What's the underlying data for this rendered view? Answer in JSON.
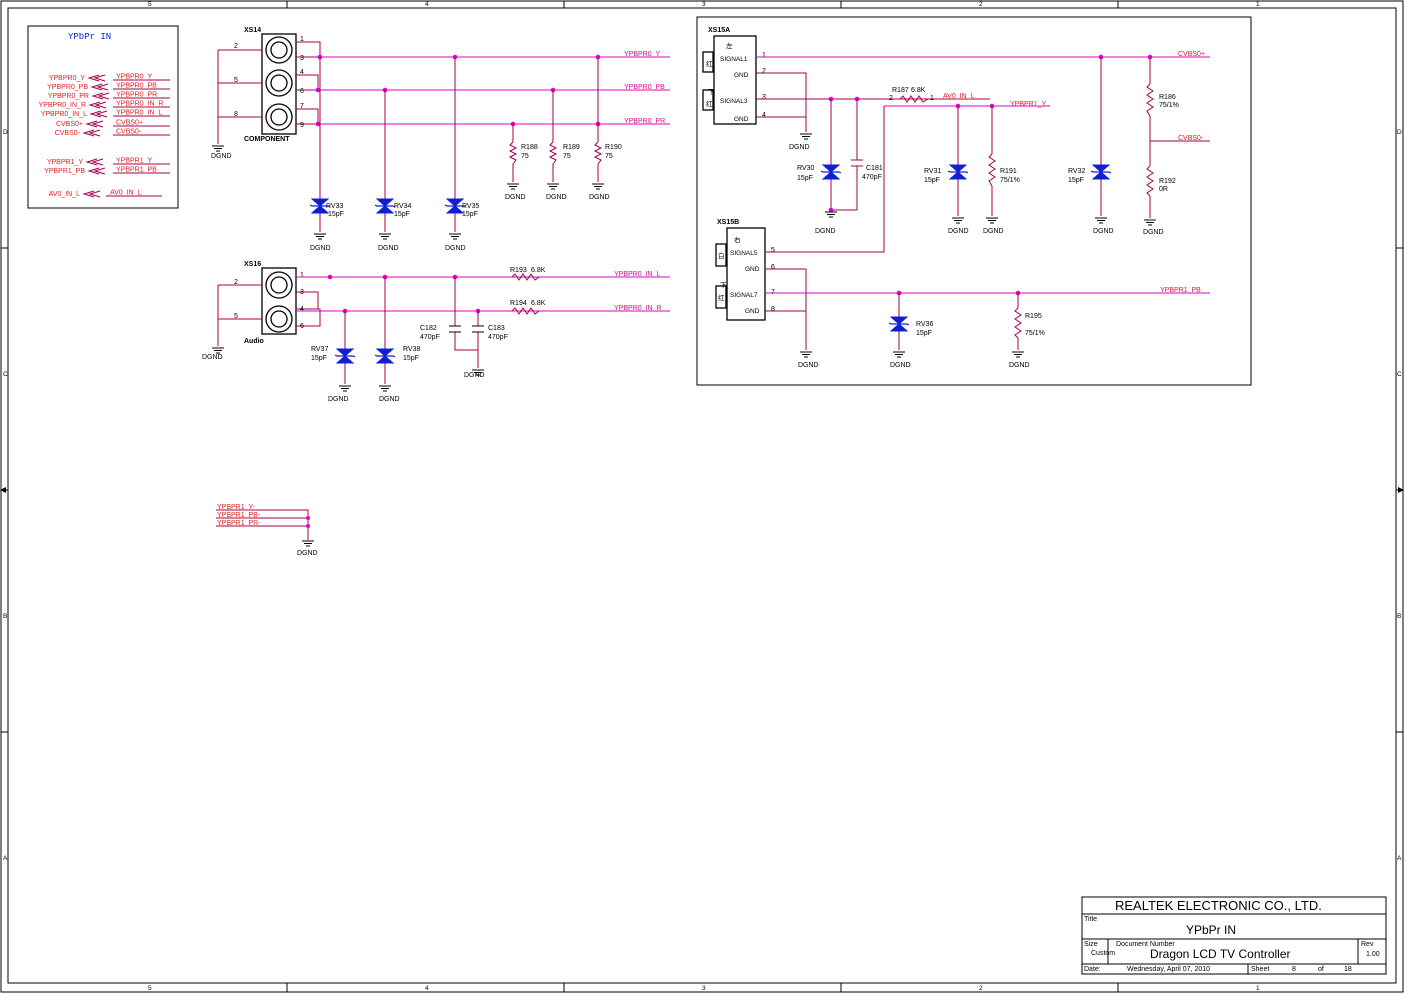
{
  "border": {
    "cols": [
      "5",
      "4",
      "3",
      "2",
      "1"
    ],
    "rows": [
      "D",
      "C",
      "B",
      "A"
    ]
  },
  "legend_box": {
    "title": "YPbPr IN",
    "rows": [
      {
        "left": "YPBPR0_Y",
        "right": "YPBPR0_Y"
      },
      {
        "left": "YPBPR0_PB",
        "right": "YPBPR0_PB"
      },
      {
        "left": "YPBPR0_PR",
        "right": "YPBPR0_PR"
      },
      {
        "left": "YPBPR0_IN_R",
        "right": "YPBPR0_IN_R"
      },
      {
        "left": "YPBPR0_IN_L",
        "right": "YPBPR0_IN_L"
      },
      {
        "left": "CVBS0+",
        "right": "CVBS0+"
      },
      {
        "left": "CVBS0-",
        "right": "CVBS0-"
      },
      {
        "left": "YPBPR1_Y",
        "right": "YPBPR1_Y"
      },
      {
        "left": "YPBPR1_PB",
        "right": "YPBPR1_PB"
      },
      {
        "left": "AV0_IN_L",
        "right": "AV0_IN_L"
      }
    ]
  },
  "xs14": {
    "ref": "XS14",
    "label": "COMPONENT",
    "pins": [
      "1",
      "2",
      "3",
      "4",
      "5",
      "6",
      "7",
      "8",
      "9"
    ],
    "gnd": "DGND"
  },
  "xs16": {
    "ref": "XS16",
    "label": "Audio",
    "pins": [
      "1",
      "2",
      "3",
      "4",
      "5",
      "6"
    ],
    "gnd": "DGND"
  },
  "nets": {
    "ypbpr0_y": "YPBPR0_Y",
    "ypbpr0_pb": "YPBPR0_PB",
    "ypbpr0_pr": "YPBPR0_PR",
    "ypbpr0_in_l": "YPBPR0_IN_L",
    "ypbpr0_in_r": "YPBPR0_IN_R",
    "cvbs0p": "CVBS0+",
    "cvbs0m": "CVBS0-",
    "av0_in_l": "AV0_IN_L",
    "ypbpr1_y": "YPBPR1_Y",
    "ypbpr1_pb": "YPBPR1_PB"
  },
  "parts": {
    "rv33": {
      "ref": "RV33",
      "val": "15pF"
    },
    "rv34": {
      "ref": "RV34",
      "val": "15pF"
    },
    "rv35": {
      "ref": "RV35",
      "val": "15pF"
    },
    "r188": {
      "ref": "R188",
      "val": "75"
    },
    "r189": {
      "ref": "R189",
      "val": "75"
    },
    "r190": {
      "ref": "R190",
      "val": "75"
    },
    "r193": {
      "ref": "R193",
      "val": "6.8K"
    },
    "r194": {
      "ref": "R194",
      "val": "6.8K"
    },
    "c182": {
      "ref": "C182",
      "val": "470pF"
    },
    "c183": {
      "ref": "C183",
      "val": "470pF"
    },
    "rv37": {
      "ref": "RV37",
      "val": "15pF"
    },
    "rv38": {
      "ref": "RV38",
      "val": "15pF"
    },
    "rv30": {
      "ref": "RV30",
      "val": "15pF"
    },
    "c181": {
      "ref": "C181",
      "val": "470pF"
    },
    "r187": {
      "ref": "R187",
      "val": "6.8K"
    },
    "rv31": {
      "ref": "RV31",
      "val": "15pF"
    },
    "r191": {
      "ref": "R191",
      "val": "75/1%"
    },
    "rv32": {
      "ref": "RV32",
      "val": "15pF"
    },
    "r186": {
      "ref": "R186",
      "val": "75/1%"
    },
    "r192": {
      "ref": "R192",
      "val": "0R"
    },
    "rv36": {
      "ref": "RV36",
      "val": "15pF"
    },
    "r195": {
      "ref": "R195",
      "val": "75/1%"
    }
  },
  "xs15a": {
    "ref": "XS15A",
    "ch1": "左",
    "ch2": "下",
    "tag1": "红",
    "tag2": "红",
    "sig1": "SIGNAL1",
    "sig2": "SIGNAL3",
    "gnd": "GND"
  },
  "xs15b": {
    "ref": "XS15B",
    "ch1": "右",
    "ch2": "下",
    "tag1": "白",
    "tag2": "红",
    "sig1": "SIGNAL5",
    "sig2": "SIGNAL7",
    "gnd": "GND"
  },
  "ypbpr1_nets": [
    "YPBPR1_Y-",
    "YPBPR1_PB-",
    "YPBPR1_PR-"
  ],
  "gnd": "DGND",
  "title_block": {
    "company": "REALTEK  ELECTRONIC  CO.,  LTD.",
    "title_label": "Title",
    "title": "YPbPr IN",
    "size_label": "Size",
    "size": "Custom",
    "docnum_label": "Document Number",
    "docnum": "Dragon LCD TV Controller",
    "rev_label": "Rev",
    "rev": "1.00",
    "date_label": "Date:",
    "date": "Wednesday, April 07, 2010",
    "sheet_label": "Sheet",
    "sheet": "8",
    "of_label": "of",
    "sheets": "18"
  }
}
